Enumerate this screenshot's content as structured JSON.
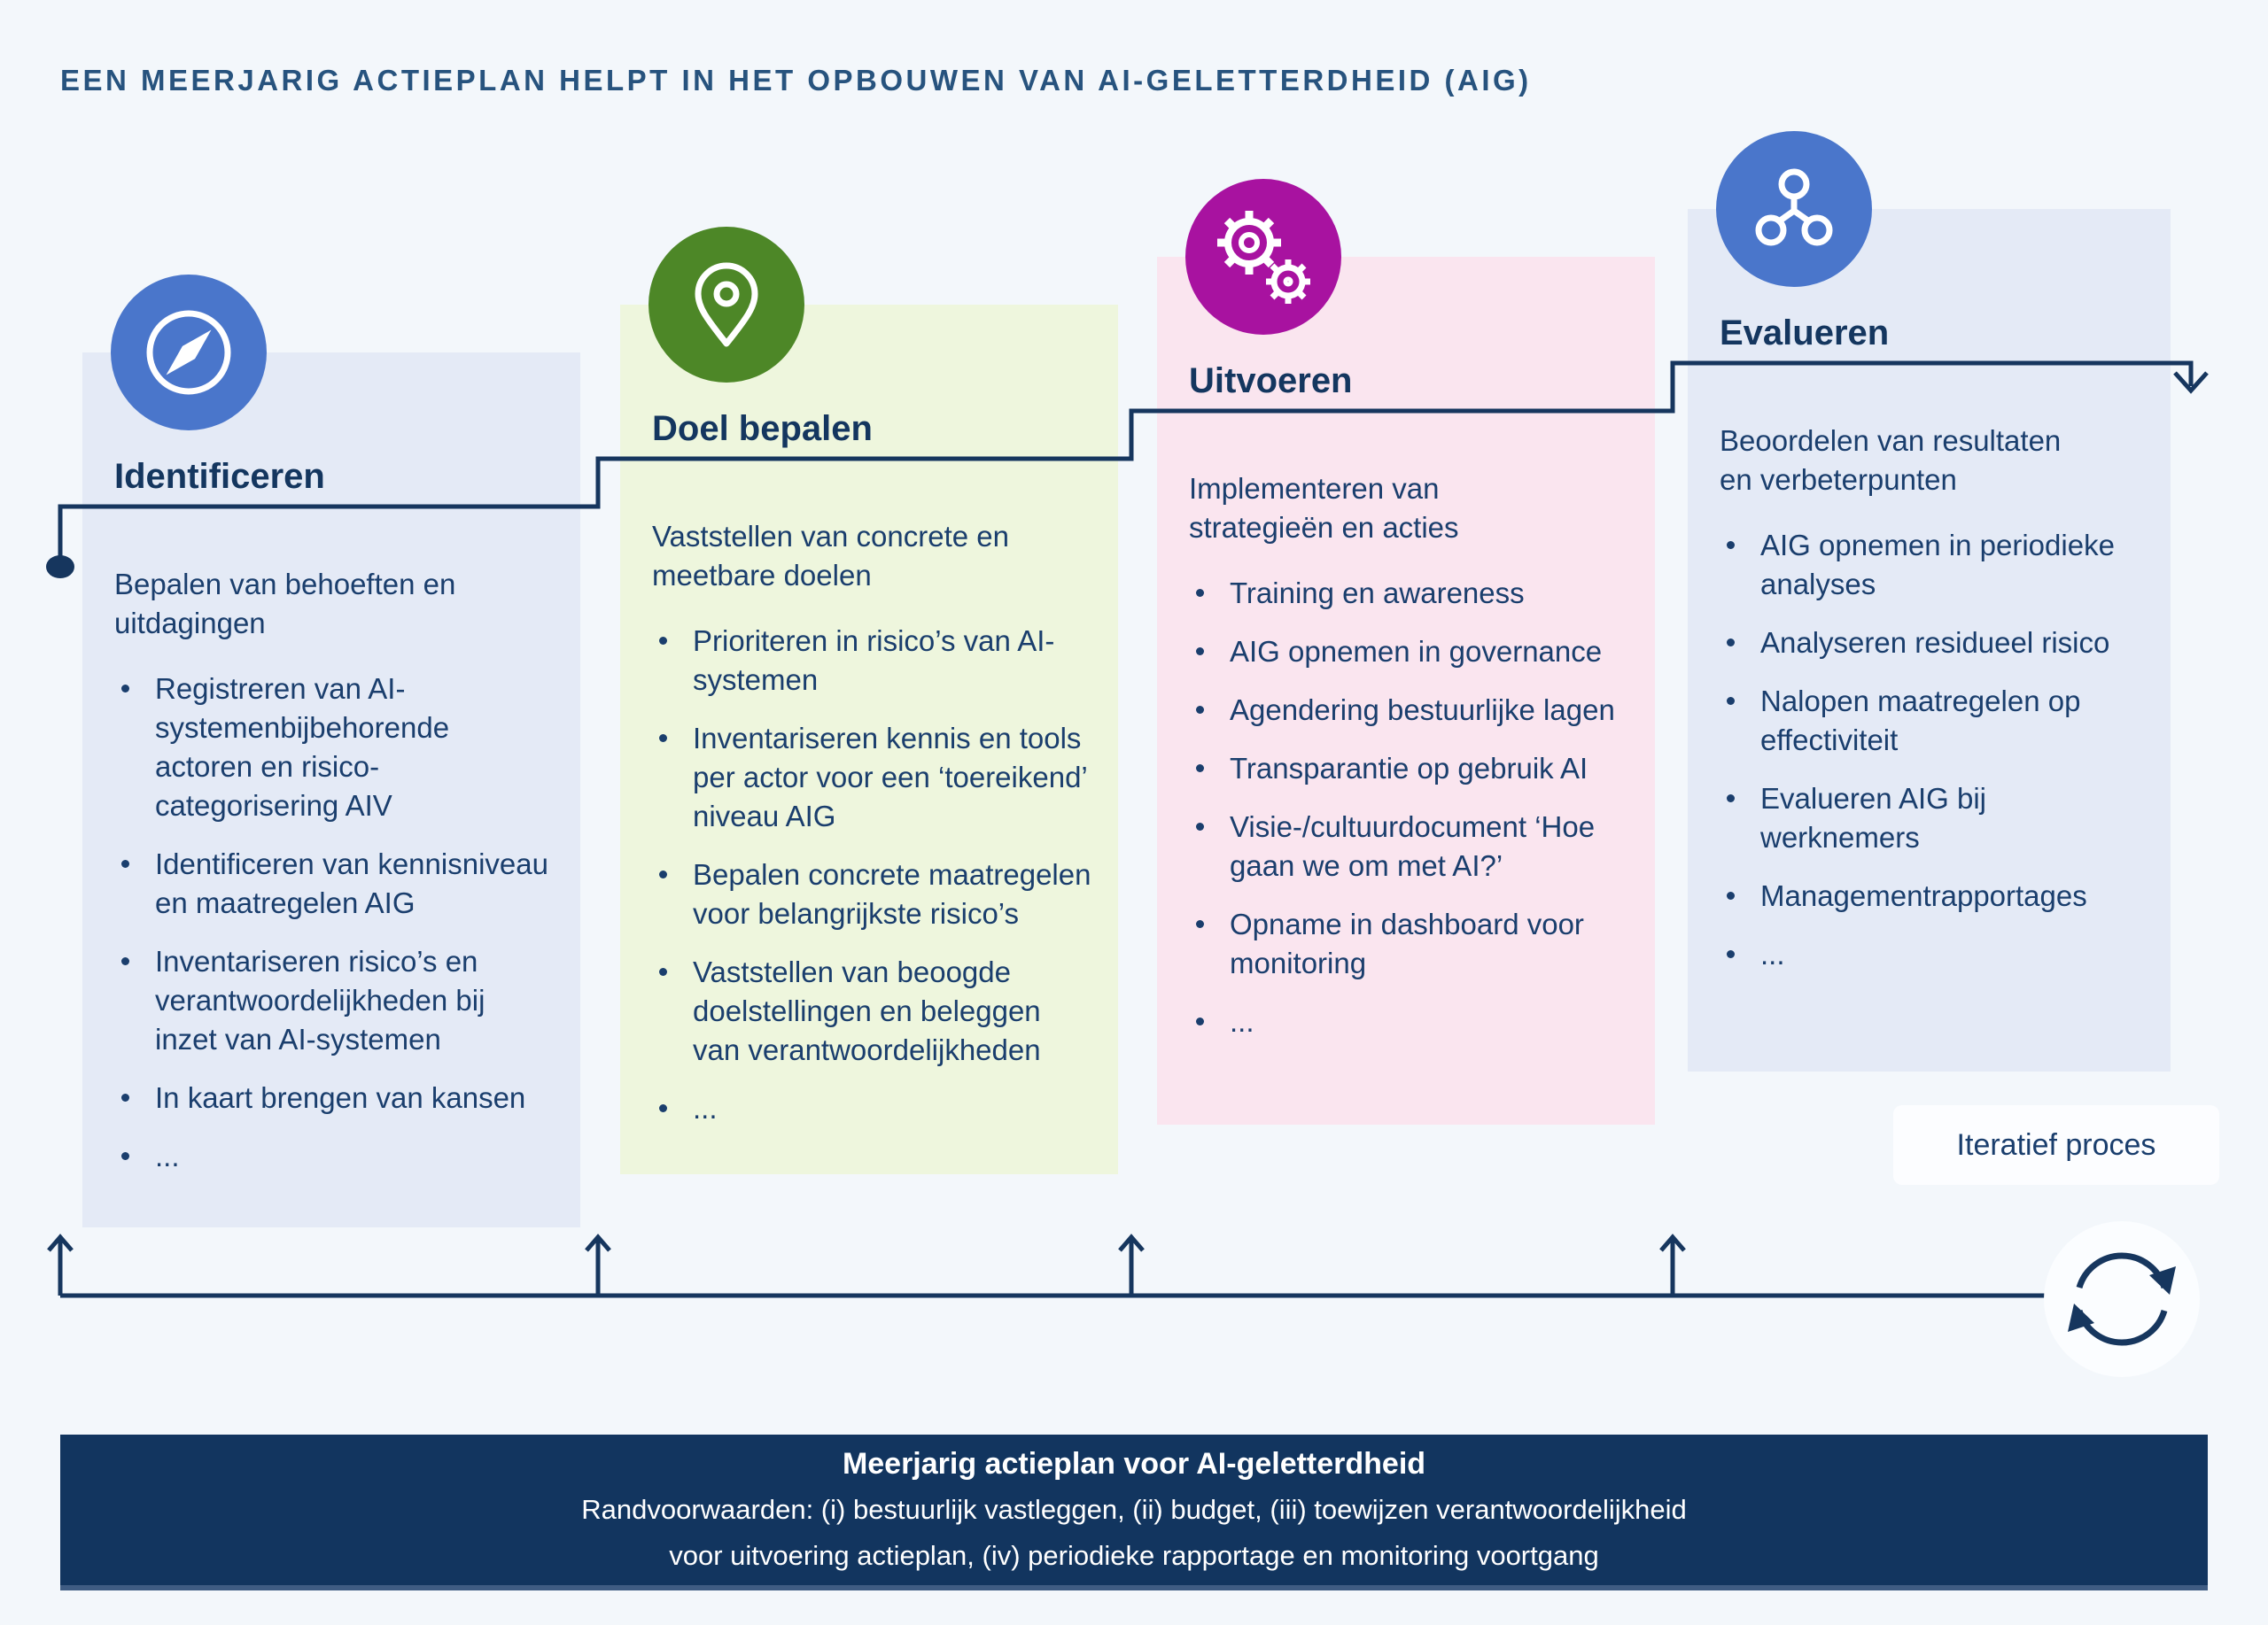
{
  "title": "EEN MEERJARIG ACTIEPLAN HELPT IN HET OPBOUWEN VAN AI-GELETTERDHEID (AIG)",
  "columns": [
    {
      "label": "Identificeren",
      "icon": "compass-icon",
      "accent_color": "#4a76cb",
      "panel_color": "#e4eaf6",
      "intro": "Bepalen van behoeften en uitdagingen",
      "bullets": [
        "Registreren van AI-systemenbijbehorende actoren en risico-categorisering AIV",
        "Identificeren van kennisniveau en maatregelen AIG",
        "Inventariseren risico’s en verantwoordelijkheden bij inzet van AI-systemen",
        "In kaart brengen van kansen",
        "..."
      ]
    },
    {
      "label": "Doel bepalen",
      "icon": "map-pin-icon",
      "accent_color": "#4d8727",
      "panel_color": "#eef6dd",
      "intro": "Vaststellen van concrete en meetbare doelen",
      "bullets": [
        "Prioriteren in risico’s van AI-systemen",
        "Inventariseren kennis en tools per actor voor een ‘toereikend’ niveau AIG",
        "Bepalen concrete maatregelen voor belangrijkste risico’s",
        "Vaststellen van beoogde doelstellingen en beleggen van verantwoordelijkheden",
        "..."
      ]
    },
    {
      "label": "Uitvoeren",
      "icon": "gears-icon",
      "accent_color": "#a812a0",
      "panel_color": "#fae5ef",
      "intro": "Implementeren van strategieën en acties",
      "bullets": [
        "Training en awareness",
        "AIG opnemen in governance",
        "Agendering bestuurlijke lagen",
        "Transparantie op gebruik AI",
        "Visie-/cultuurdocument ‘Hoe gaan we om met AI?’",
        "Opname in dashboard voor monitoring",
        "..."
      ]
    },
    {
      "label": "Evalueren",
      "icon": "network-icon",
      "accent_color": "#4a76cb",
      "panel_color": "#e4eaf6",
      "intro": "Beoordelen van resultaten en verbeterpunten",
      "bullets": [
        "AIG opnemen in periodieke analyses",
        "Analyseren residueel risico",
        "Nalopen maatregelen op effectiviteit",
        "Evalueren AIG bij werknemers",
        "Managementrapportages",
        "..."
      ]
    }
  ],
  "iterative_process_label": "Iteratief proces",
  "banner": {
    "title": "Meerjarig actieplan voor AI-geletterdheid",
    "line2": "Randvoorwaarden: (i) bestuurlijk vastleggen, (ii) budget, (iii) toewijzen verantwoordelijkheid",
    "line3": "voor uitvoering actieplan, (iv) periodieke rapportage en monitoring voortgang"
  },
  "colors": {
    "background": "#f3f7fb",
    "navy": "#16365e",
    "title_text": "#27537e",
    "banner_bg": "#12355f",
    "banner_text": "#ffffff"
  }
}
